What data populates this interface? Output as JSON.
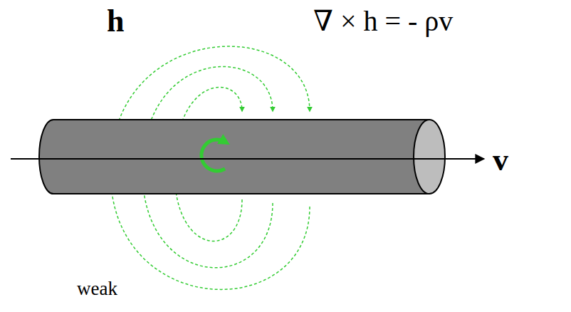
{
  "diagram": {
    "labels": [
      "h",
      "∇ × h = - ρv",
      "v",
      "weak"
    ]
  }
}
